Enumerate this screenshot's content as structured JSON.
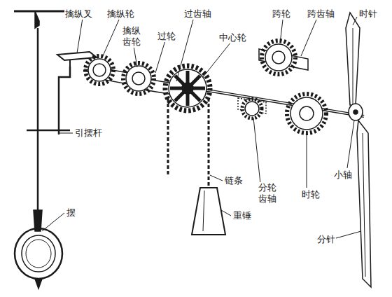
{
  "diagram": {
    "labels": [
      "擒纵叉",
      "擒纵轮",
      "擒纵 齿轮",
      "过轮",
      "过齿轴",
      "中心轮",
      "跨轮",
      "跨齿轴",
      "时针",
      "引摆杆",
      "小轴",
      "摆",
      "链条",
      "重锤",
      "分轮 齿轴",
      "时轮",
      "分针"
    ]
  }
}
